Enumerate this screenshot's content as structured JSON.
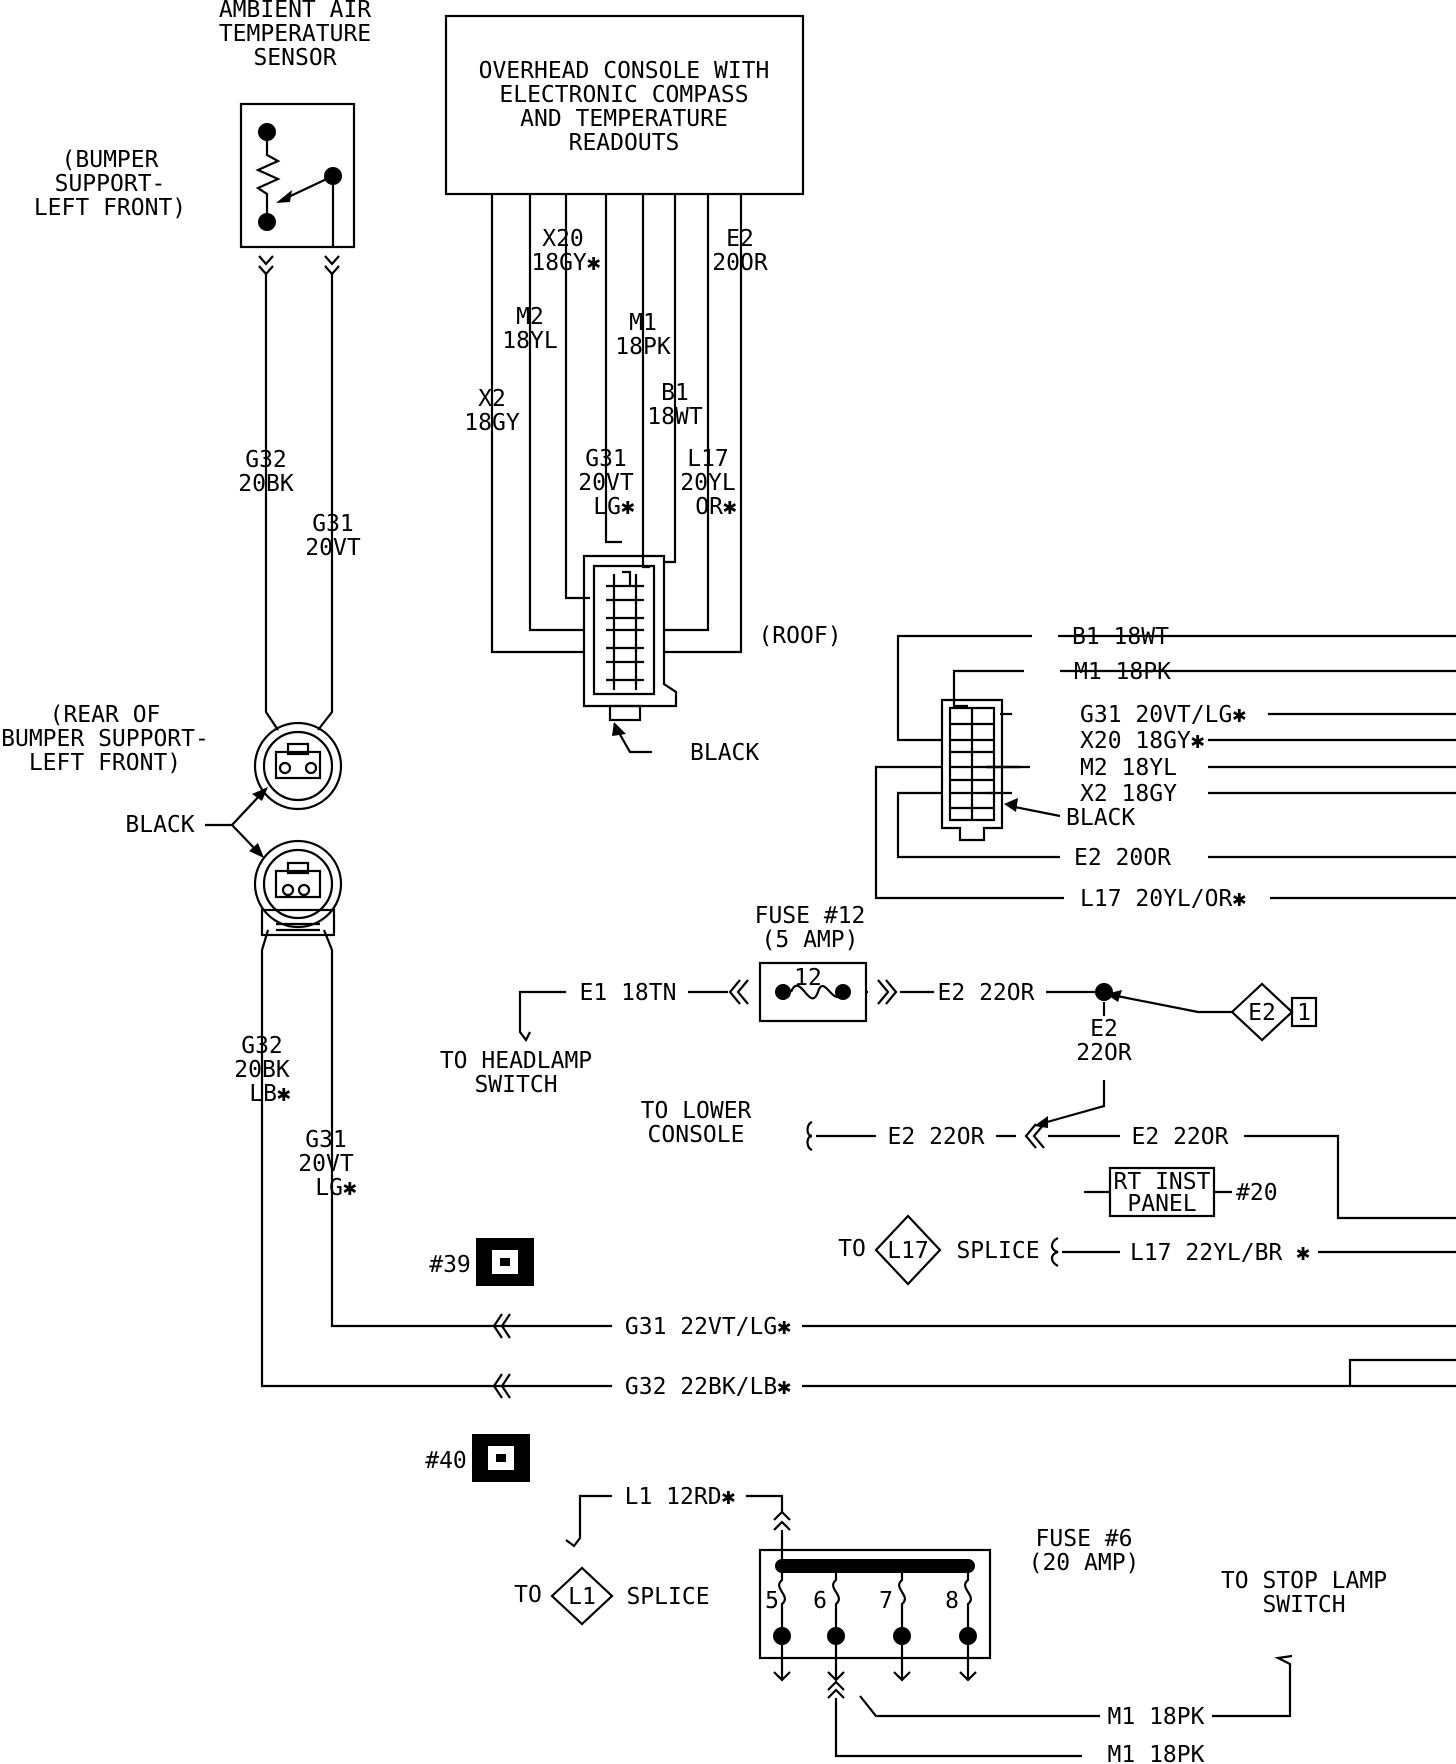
{
  "sensor": {
    "title_line1": "AMBIENT AIR",
    "title_line2": "TEMPERATURE",
    "title_line3": "SENSOR",
    "loc_line1": "(BUMPER",
    "loc_line2": "SUPPORT-",
    "loc_line3": "LEFT FRONT)"
  },
  "console": {
    "line1": "OVERHEAD CONSOLE WITH",
    "line2": "ELECTRONIC COMPASS",
    "line3": "AND TEMPERATURE",
    "line4": "READOUTS"
  },
  "console_wires": {
    "x20_code": "X20",
    "x20_spec": "18GY✱",
    "e2_code": "E2",
    "e2_spec": "20OR",
    "m2_code": "M2",
    "m2_spec": "18YL",
    "m1_code": "M1",
    "m1_spec": "18PK",
    "x2_code": "X2",
    "x2_spec": "18GY",
    "b1_code": "B1",
    "b1_spec": "18WT",
    "g31_code": "G31",
    "g31_spec": "20VT",
    "g31_spec2": "LG✱",
    "l17_code": "L17",
    "l17_spec": "20YL",
    "l17_spec2": "OR✱"
  },
  "roof_label": "(ROOF)",
  "black_label": "BLACK",
  "sensor_wires": {
    "g32_code": "G32",
    "g32_spec": "20BK",
    "g31_code": "G31",
    "g31_spec": "20VT"
  },
  "rear_bumper": {
    "line1": "(REAR OF",
    "line2": "BUMPER SUPPORT-",
    "line3": "LEFT FRONT)"
  },
  "lower_wires": {
    "g32_code": "G32",
    "g32_spec": "20BK",
    "g32_spec2": "LB✱",
    "g31_code": "G31",
    "g31_spec": "20VT",
    "g31_spec2": "LG✱"
  },
  "right_connector": {
    "b1": "B1  18WT",
    "m1": "M1  18PK",
    "g31": "G31  20VT/LG✱",
    "x20": "X20  18GY✱",
    "m2": "M2  18YL",
    "x2": "X2  18GY",
    "black": "BLACK",
    "e2": "E2  20OR",
    "l17": "L17  20YL/OR✱"
  },
  "fuse12": {
    "title": "FUSE #12",
    "rating": "(5 AMP)",
    "number": "12",
    "left_wire": "E1  18TN",
    "right_wire": "E2  22OR",
    "headlamp_line1": "TO HEADLAMP",
    "headlamp_line2": "SWITCH",
    "splice_code": "E2",
    "splice_pin": "1",
    "drop_code": "E2",
    "drop_spec": "22OR"
  },
  "lower_console": {
    "line1": "TO LOWER",
    "line2": "CONSOLE",
    "wire_left": "E2  22OR",
    "wire_right": "E2  22OR"
  },
  "rt_inst": {
    "line1": "RT INST",
    "line2": "PANEL",
    "ref": "#20"
  },
  "l17_splice": {
    "to": "TO",
    "code": "L17",
    "splice": "SPLICE",
    "wire": "L17  22YL/BR ✱"
  },
  "refs": {
    "ref39": "#39",
    "ref40": "#40"
  },
  "bottom_wires": {
    "g31": "G31  22VT/LG✱",
    "g32": "G32  22BK/LB✱"
  },
  "fuse6": {
    "title": "FUSE #6",
    "rating": "(20 AMP)",
    "p5": "5",
    "p6": "6",
    "p7": "7",
    "p8": "8",
    "l1_wire": "L1  12RD✱",
    "to": "TO",
    "l1_code": "L1",
    "splice": "SPLICE",
    "stop_line1": "TO STOP LAMP",
    "stop_line2": "SWITCH",
    "m1_a": "M1  18PK",
    "m1_b": "M1  18PK"
  }
}
